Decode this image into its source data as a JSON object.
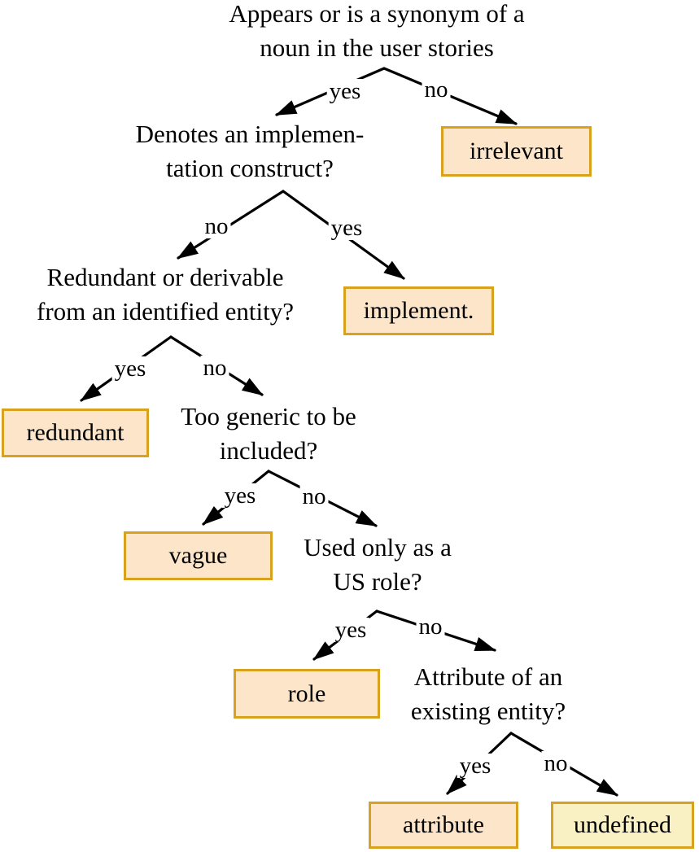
{
  "diagram": {
    "type": "decision-tree",
    "questions": [
      {
        "id": "root",
        "lines": [
          "Appears or is a synonym of a",
          "noun in the user stories"
        ]
      },
      {
        "id": "implementation-construct",
        "lines": [
          "Denotes an implemen-",
          "tation construct?"
        ]
      },
      {
        "id": "redundant-derivable",
        "lines": [
          "Redundant or derivable",
          "from an identified entity?"
        ]
      },
      {
        "id": "too-generic",
        "lines": [
          "Too generic to be",
          "included?"
        ]
      },
      {
        "id": "us-role",
        "lines": [
          "Used only as a",
          "US role?"
        ]
      },
      {
        "id": "attribute-existing",
        "lines": [
          "Attribute of an",
          "existing entity?"
        ]
      }
    ],
    "outcomes": [
      {
        "id": "irrelevant",
        "label": "irrelevant"
      },
      {
        "id": "implement",
        "label": "implement."
      },
      {
        "id": "redundant",
        "label": "redundant"
      },
      {
        "id": "vague",
        "label": "vague"
      },
      {
        "id": "role",
        "label": "role"
      },
      {
        "id": "attribute",
        "label": "attribute"
      },
      {
        "id": "undefined",
        "label": "undefined"
      }
    ],
    "edges": [
      {
        "from": "root",
        "to": "implementation-construct",
        "label": "yes"
      },
      {
        "from": "root",
        "to": "irrelevant",
        "label": "no"
      },
      {
        "from": "implementation-construct",
        "to": "redundant-derivable",
        "label": "no"
      },
      {
        "from": "implementation-construct",
        "to": "implement",
        "label": "yes"
      },
      {
        "from": "redundant-derivable",
        "to": "redundant",
        "label": "yes"
      },
      {
        "from": "redundant-derivable",
        "to": "too-generic",
        "label": "no"
      },
      {
        "from": "too-generic",
        "to": "vague",
        "label": "yes"
      },
      {
        "from": "too-generic",
        "to": "us-role",
        "label": "no"
      },
      {
        "from": "us-role",
        "to": "role",
        "label": "yes"
      },
      {
        "from": "us-role",
        "to": "attribute-existing",
        "label": "no"
      },
      {
        "from": "attribute-existing",
        "to": "attribute",
        "label": "yes"
      },
      {
        "from": "attribute-existing",
        "to": "undefined",
        "label": "no"
      }
    ],
    "colors": {
      "outcome_fill": "#FCE5C9",
      "outcome_border": "#D9A21E",
      "undefined_fill": "#F9F0C4",
      "line": "#000000",
      "text": "#000000",
      "background": "#FFFFFF"
    }
  }
}
